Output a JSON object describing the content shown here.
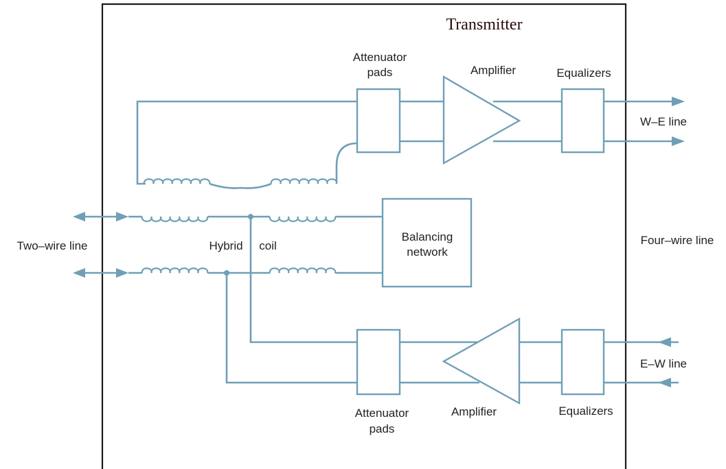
{
  "title": "Transmitter",
  "labels": {
    "attenuator_top_1": "Attenuator",
    "attenuator_top_2": "pads",
    "amplifier_top": "Amplifier",
    "equalizers_top": "Equalizers",
    "we_line": "W–E line",
    "balancing_1": "Balancing",
    "balancing_2": "network",
    "two_wire": "Two–wire line",
    "hybrid": "Hybrid",
    "coil": "coil",
    "four_wire": "Four–wire line",
    "ew_line": "E–W line",
    "attenuator_bot_1": "Attenuator",
    "attenuator_bot_2": "pads",
    "amplifier_bot": "Amplifier",
    "equalizers_bot": "Equalizers"
  },
  "colors": {
    "line": "#6f9fb7",
    "frame": "#1a1a1a",
    "title": "#2a0a0a"
  }
}
